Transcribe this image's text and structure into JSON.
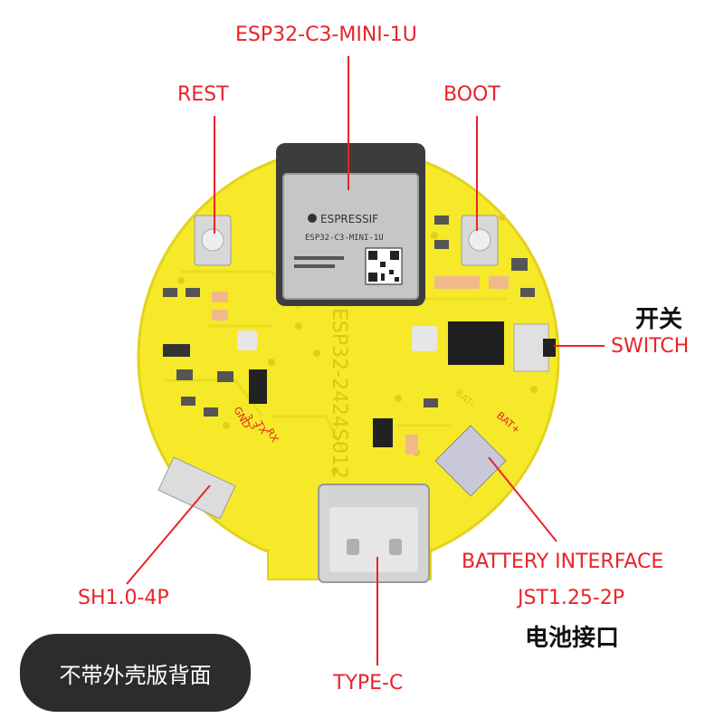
{
  "labels": {
    "module": "ESP32-C3-MINI-1U",
    "rest": "REST",
    "boot": "BOOT",
    "switch_cn": "开关",
    "switch_en": "SWITCH",
    "sh": "SH1.0-4P",
    "battery_en": "BATTERY INTERFACE",
    "battery_jst": "JST1.25-2P",
    "battery_cn": "电池接口",
    "typec": "TYPE-C"
  },
  "badge": {
    "text": "不带外壳版背面"
  },
  "board": {
    "silk_model": "ESP32-2424S012",
    "module_brand": "ESPRESSIF",
    "module_name": "ESP32-C3-MINI-1U",
    "pin_gnd": "GND",
    "pin_33": "3.3",
    "pin_tx": "TX",
    "pin_rx": "RX",
    "bat_plus": "BAT+",
    "bat_minus": "BAT-"
  },
  "colors": {
    "pcb": "#f6e92a",
    "pcb_edge": "#e3d21c",
    "callout_line": "#e8232a",
    "label_text": "#e8232a",
    "badge_bg": "#2c2c2c"
  }
}
